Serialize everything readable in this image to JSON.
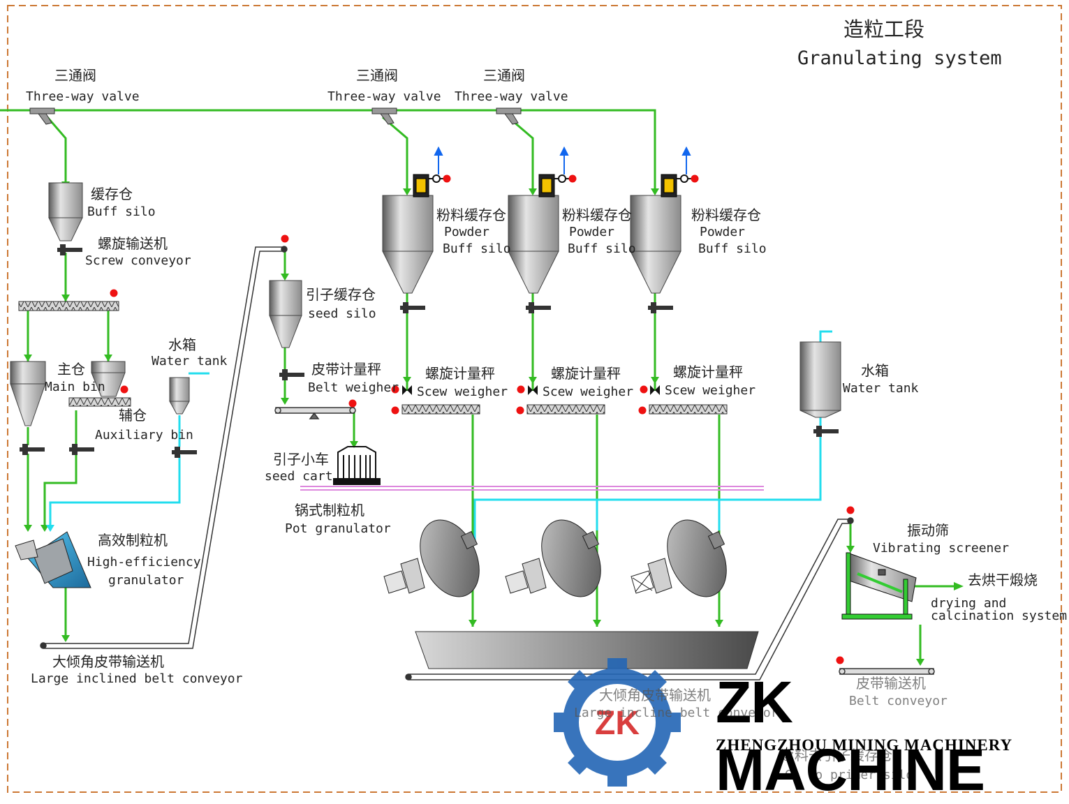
{
  "title": {
    "zh": "造粒工段",
    "en": "Granulating system"
  },
  "labels": {
    "valve1_zh": "三通阀",
    "valve1_en": "Three-way valve",
    "valve2_zh": "三通阀",
    "valve2_en": "Three-way valve",
    "valve3_zh": "三通阀",
    "valve3_en": "Three-way valve",
    "buff_silo_zh": "缓存仓",
    "buff_silo_en": "Buff silo",
    "screw_conv_zh": "螺旋输送机",
    "screw_conv_en": "Screw conveyor",
    "main_bin_zh": "主仓",
    "main_bin_en": "Main bin",
    "aux_bin_zh": "辅仓",
    "aux_bin_en": "Auxiliary bin",
    "water_tank1_zh": "水箱",
    "water_tank1_en": "Water tank",
    "granulator_zh": "高效制粒机",
    "granulator_en1": "High-efficiency",
    "granulator_en2": "granulator",
    "incl_belt1_zh": "大倾角皮带输送机",
    "incl_belt1_en": "Large inclined belt conveyor",
    "seed_silo_zh": "引子缓存仓",
    "seed_silo_en": "seed silo",
    "belt_weigher_zh": "皮带计量秤",
    "belt_weigher_en": "Belt weigher",
    "seed_cart_zh": "引子小车",
    "seed_cart_en": "seed cart",
    "pot_gran_zh": "锅式制粒机",
    "pot_gran_en": "Pot granulator",
    "powder1_zh": "粉料缓存仓",
    "powder1_en1": "Powder",
    "powder1_en2": "Buff silo",
    "powder2_zh": "粉料缓存仓",
    "powder2_en1": "Powder",
    "powder2_en2": "Buff silo",
    "powder3_zh": "粉料缓存仓",
    "powder3_en1": "Powder",
    "powder3_en2": "Buff silo",
    "sw1_zh": "螺旋计量秤",
    "sw1_en": "Scew weigher",
    "sw2_zh": "螺旋计量秤",
    "sw2_en": "Scew weigher",
    "sw3_zh": "螺旋计量秤",
    "sw3_en": "Scew weigher",
    "water_tank2_zh": "水箱",
    "water_tank2_en": "Water tank",
    "vib_zh": "振动筛",
    "vib_en": "Vibrating screener",
    "dry_zh": "去烘干煅烧",
    "dry_en1": "drying and",
    "dry_en2": "calcination system",
    "incl_belt2_zh": "大倾角皮带输送机",
    "incl_belt2_en": "Large incline belt conveyor",
    "belt_conv_zh": "皮带输送机",
    "belt_conv_en": "Belt conveyor",
    "return_zh": "返料去引子缓存仓",
    "return_en": "Go to primer silo"
  },
  "watermark": {
    "logo_letters": "ZK",
    "name": "ZK MACHINE",
    "subtitle": "ZHENGZHOU MINING MACHINERY"
  },
  "colors": {
    "material_line": "#33bb22",
    "water_line": "#22ddee",
    "rail": "#dd88dd",
    "border": "#cc7733",
    "motor": "#ee1111",
    "vent": "#1166ee",
    "logo_blue": "#2366b5",
    "logo_red": "#d52a2a"
  }
}
